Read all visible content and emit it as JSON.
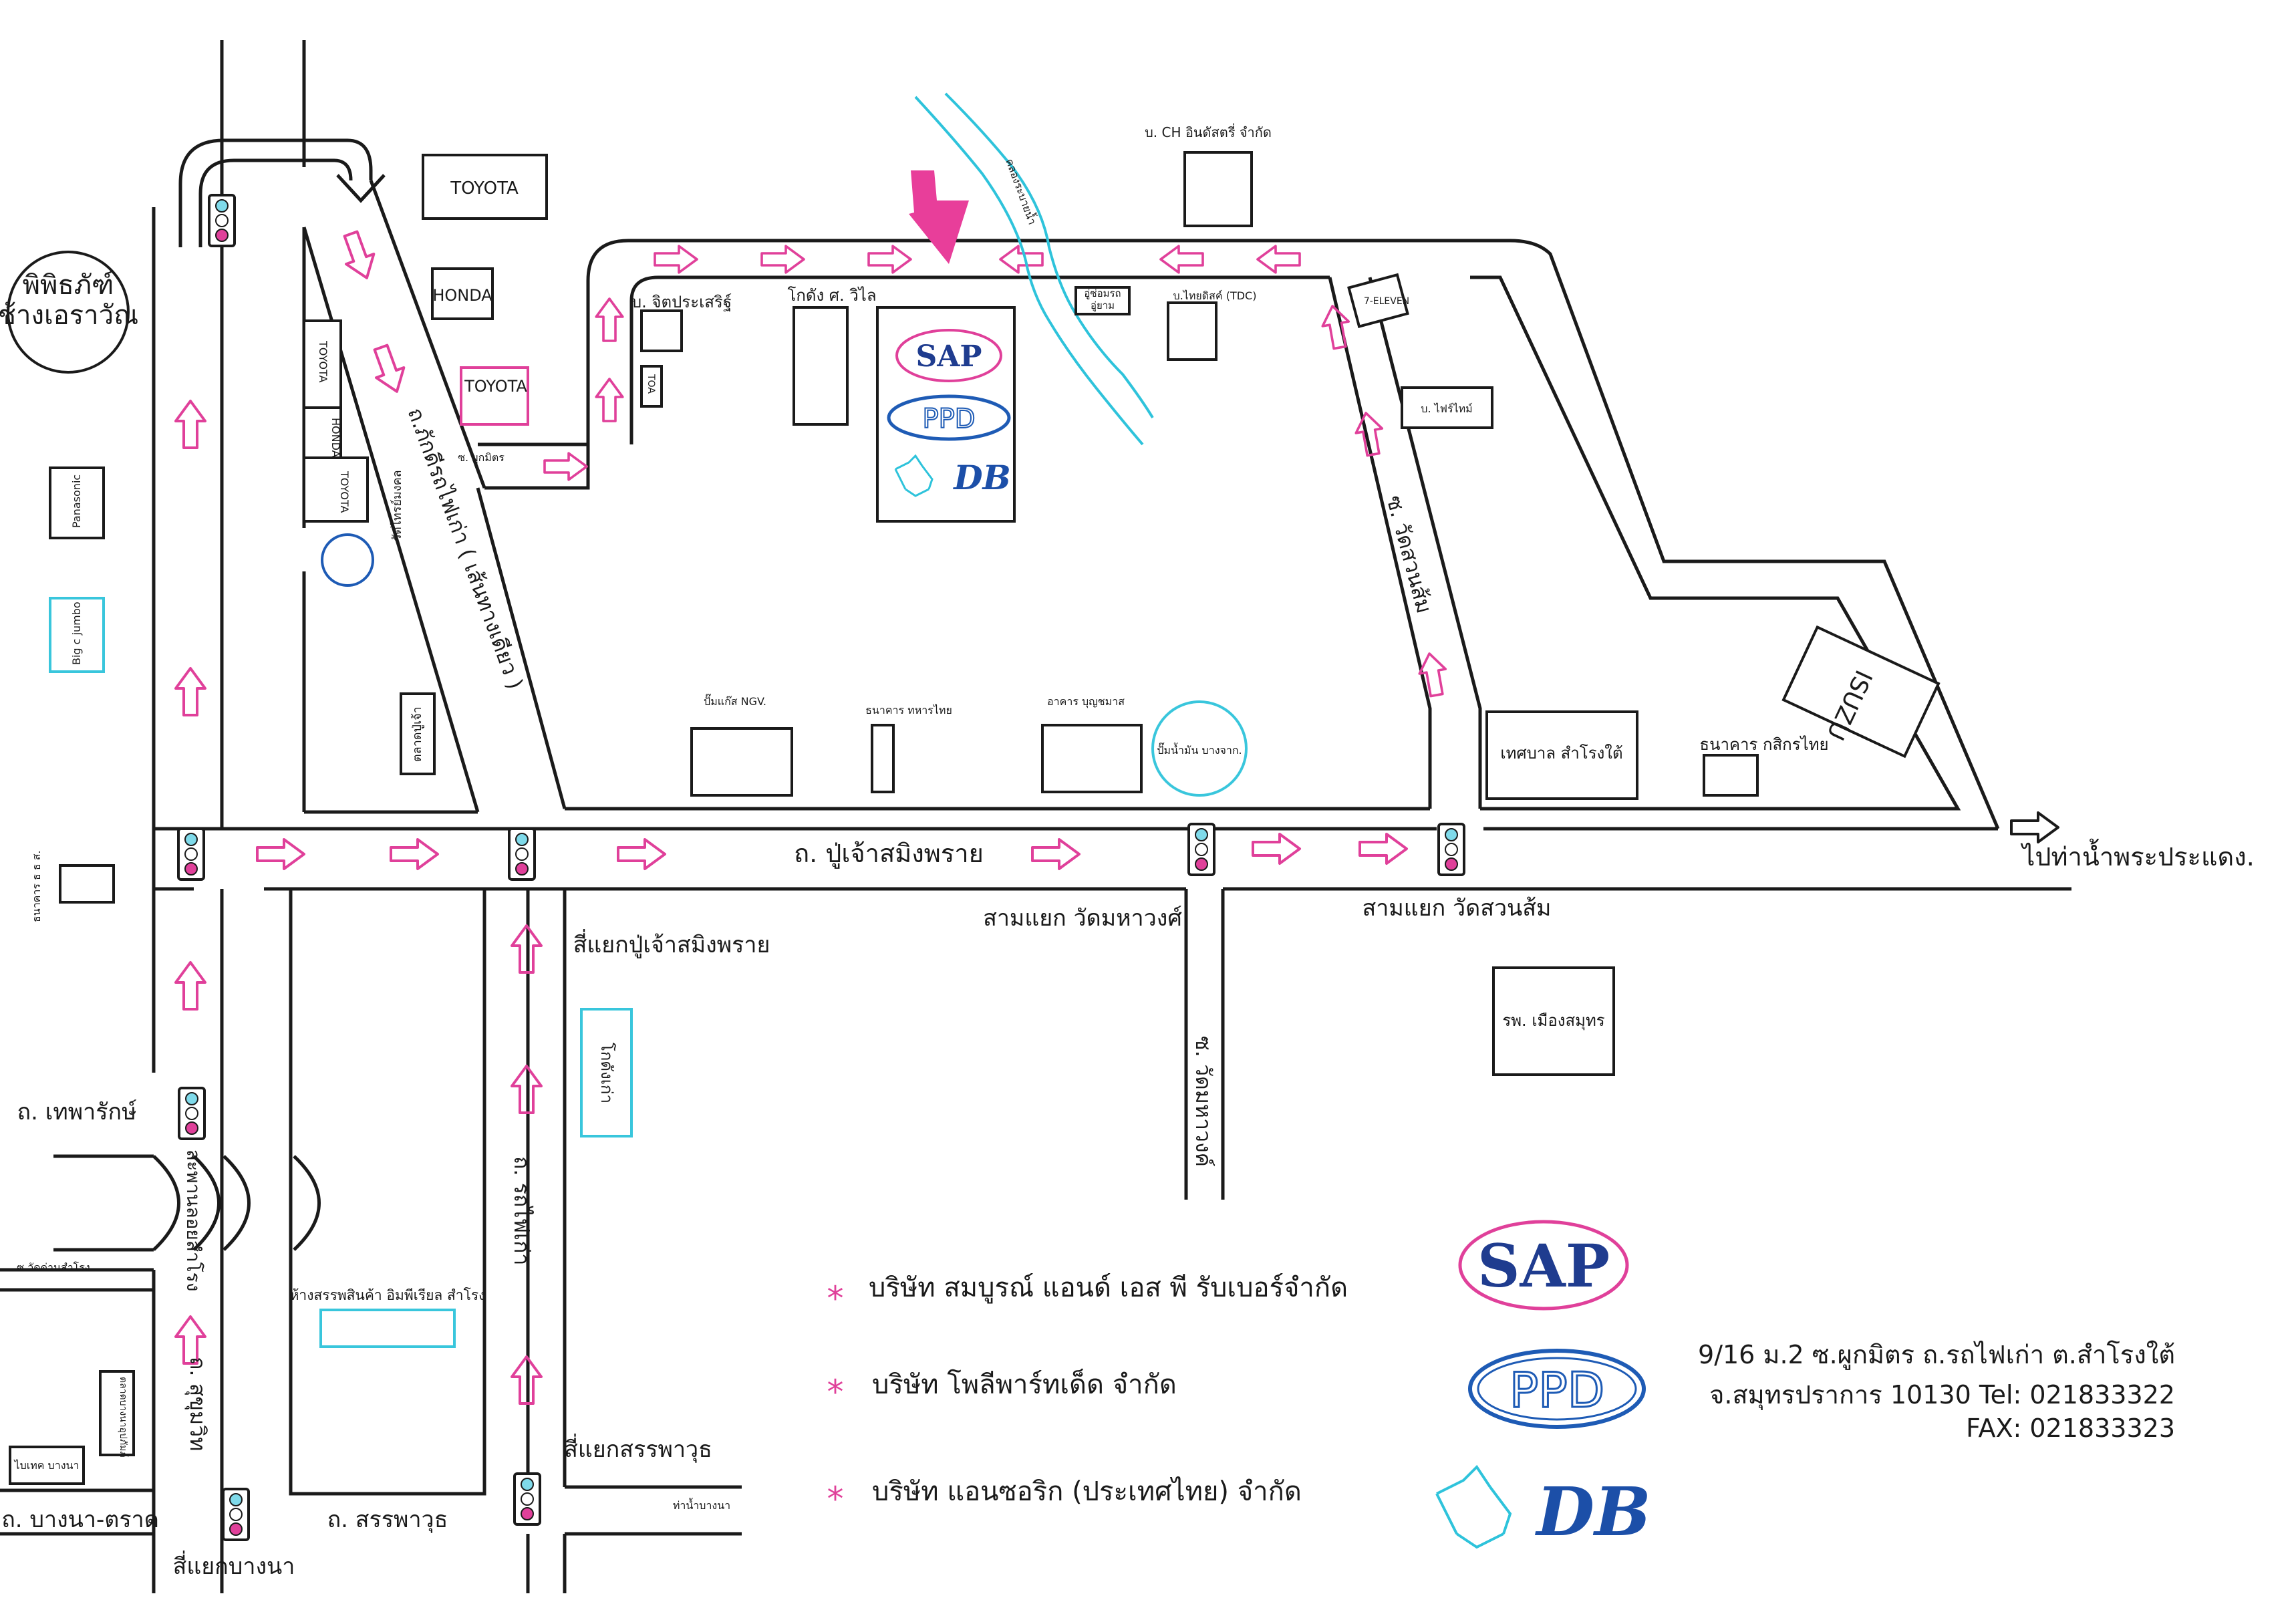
{
  "roads": {
    "rama_chinatown": "ถ.ภักดีรถไฟเก่า ( เส้นทางเดียว )",
    "poochao": "ถ. ปู่เจ้าสมิงพราย",
    "to_phrapradaeng": "ไปท่าน้ำพระประแดง.",
    "wat_suan_som": "ซ. วัดสวนส้ม",
    "wat_mahawong": "ซ. วัดมหาวงค์",
    "rotfai_kao": "ถ. รถไฟเก่า",
    "thepharak": "ถ. เทพารักษ์",
    "bangna_trat": "ถ. บางนา-ตราด",
    "sanphawut": "ถ. สรรพาวุธ",
    "sukhumvit": "ถ. สุขุมวิท",
    "samrong_bridge": "สะพานลอยสำโรง",
    "soi_phukmit": "ซ. ผูกมิตร",
    "soi_wat_dan": "ซ.วัดด่านสำโรง",
    "canal": "คลองระบายน้ำ"
  },
  "junctions": {
    "poochao": "สี่แยกปู่เจ้าสมิงพราย",
    "wat_mahawong": "สามแยก วัดมหาวงศ์",
    "wat_suan_som": "สามแยก วัดสวนส้ม",
    "sanphawut": "สี่แยกสรรพาวุธ",
    "bangna": "สี่แยกบางนา",
    "bangna_pier": "ท่าน้ำบางนา"
  },
  "places": {
    "museum_line1": "พิพิธภัฑ์",
    "museum_line2": "ช้างเอราวัณ",
    "toyota_top": "TOYOTA",
    "honda": "HONDA",
    "toyota_mid": "TOYOTA",
    "toyota_v1": "TOYOTA",
    "honda_v": "HONDA",
    "toyota_v2": "TOYOTA",
    "panasonic": "Panasonic",
    "big_c": "Big c jumbo",
    "bank_left": "ธนาคาร ธ ธ ส.",
    "tech_bangna": "ไบเทค บางนา",
    "market_left": "ตลาดบางนาอุปภัมภ์",
    "ch_industry": "บ. CH อินดัสตรี่ จำกัด",
    "jit_prasert": "บ. จิตประเสริฐ์",
    "warehouse_sv": "โกดัง ศ. วิไล",
    "tdc": "บ.ไทยดิสค์ (TDC)",
    "car_repair_line1": "อู่ซ่อมรถ",
    "car_repair_line2": "อู่ยาม",
    "seven_eleven": "7-ELEVEN",
    "tos": "TOA",
    "fai_thai": "บ. ไฟร์ไทม์",
    "ngv": "ปั๊มแก๊ส NGV.",
    "tmb": "ธนาคาร ทหารไทย",
    "boonsong": "อาคาร บุญชมาส",
    "petrol": "ปั๊มน้ำมัน บางจาก.",
    "municipal": "เทศบาล สำโรงใต้",
    "kbank": "ธนาคาร กสิกรไทย",
    "isuzu": "ISUZU",
    "hospital": "รพ. เมืองสมุทร",
    "warehouse_blue": "โกดังเก่า",
    "imperial": "ห้างสรรพสินค้า อิมพีเรียล สำโรง",
    "pattaya_bldg": "ตลาดปู่เจ้า",
    "round_bldg": "วัดไทรย์มงคล"
  },
  "logos": {
    "sap": "SAP",
    "ppd": "PPD",
    "db": "DB"
  },
  "companies": [
    "บริษัท สมบูรณ์ แอนด์ เอส พี รับเบอร์จำกัด",
    "บริษัท โพลีพาร์ทเด็ด จำกัด",
    "บริษัท แอนซอริก (ประเทศไทย) จำกัด"
  ],
  "address": {
    "line1": "9/16 ม.2 ซ.ผูกมิตร ถ.รถไฟเก่า ต.สำโรงใต้",
    "line2": "จ.สมุทรปราการ 10130 Tel: 021833322",
    "line3": "FAX: 021833323"
  },
  "colors": {
    "arrow": "#e0409a",
    "river": "#2ec3db",
    "sap_text": "#1f3c8f",
    "ppd_blue": "#1e5bb5",
    "db_blue": "#1c4fa8"
  }
}
